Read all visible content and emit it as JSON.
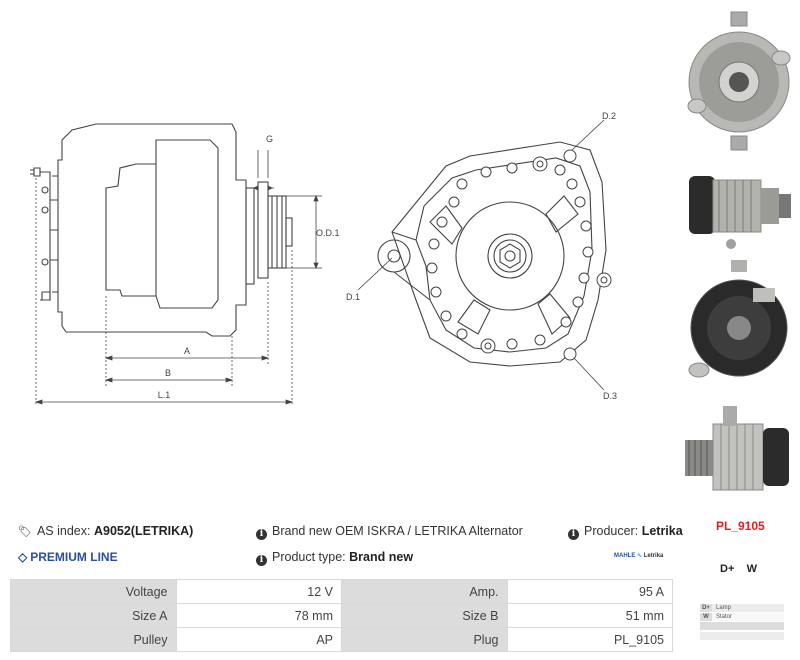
{
  "drawing_labels": {
    "g": "G",
    "od1": "O.D.1",
    "a": "A",
    "b": "B",
    "l1": "L.1",
    "d1": "D.1",
    "d2": "D.2",
    "d3": "D.3"
  },
  "info": {
    "as_index_label": "AS index:",
    "as_index_value": "A9052(LETRIKA)",
    "description": "Brand new OEM ISKRA / LETRIKA Alternator",
    "producer_label": "Producer:",
    "producer_value": "Letrika",
    "premium_line": "PREMIUM LINE",
    "product_type_label": "Product type:",
    "product_type_value": "Brand new",
    "logo_mahle": "MAHLE",
    "logo_letrika": "Letrika",
    "plug_code": "PL_9105"
  },
  "specs": [
    {
      "label1": "Voltage",
      "value1": "12 V",
      "label2": "Amp.",
      "value2": "95 A"
    },
    {
      "label1": "Size A",
      "value1": "78 mm",
      "label2": "Size B",
      "value2": "51 mm"
    },
    {
      "label1": "Pulley",
      "value1": "AP",
      "label2": "Plug",
      "value2": "PL_9105"
    }
  ],
  "plug": {
    "terminals_header": "D+    W",
    "rows": [
      {
        "key": "D+",
        "desc": "Lamp"
      },
      {
        "key": "W",
        "desc": "Stator"
      }
    ]
  },
  "colors": {
    "premium": "#2a4fa0",
    "plug_code": "#e01e1e",
    "table_label_bg": "#dcdcdc",
    "line": "#444444"
  }
}
